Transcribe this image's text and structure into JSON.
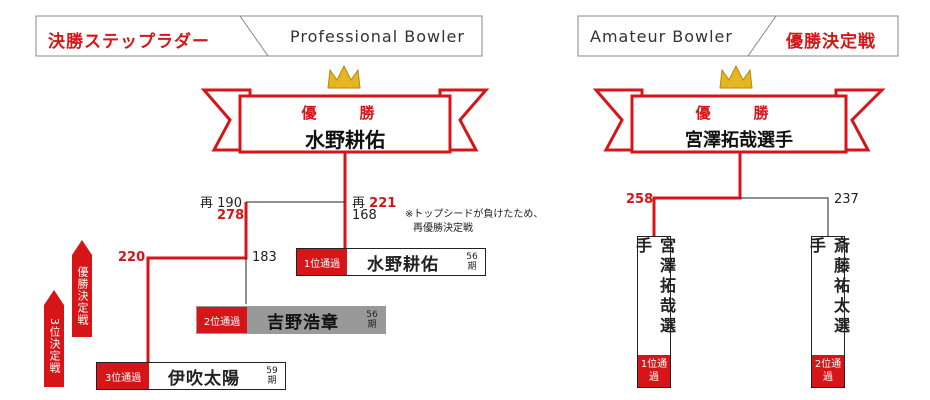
{
  "header_left": {
    "title_jp": "決勝ステップラダー",
    "title_en": "Professional Bowler"
  },
  "header_right": {
    "title_en": "Amateur Bowler",
    "title_jp": "優勝決定戦"
  },
  "pro": {
    "winner": {
      "label": "優　勝",
      "name": "水野耕佑"
    },
    "scores": {
      "final_left_prefix": "再",
      "final_left_1": "190",
      "final_left_2": "278",
      "final_right_prefix": "再",
      "final_right_1": "221",
      "final_right_2": "168",
      "semi_left": "220",
      "semi_right": "183"
    },
    "note": [
      "※トップシードが負けたため、",
      "再優勝決定戦"
    ],
    "players": [
      {
        "seed": "1位通過",
        "name": "水野耕佑",
        "period_num": "56",
        "period_unit": "期"
      },
      {
        "seed": "2位通過",
        "name": "吉野浩章",
        "period_num": "56",
        "period_unit": "期"
      },
      {
        "seed": "3位通過",
        "name": "伊吹太陽",
        "period_num": "59",
        "period_unit": "期"
      }
    ],
    "side_tabs": {
      "tab_a": "優勝決定戦",
      "tab_b": "3位決定戦"
    }
  },
  "amateur": {
    "winner": {
      "label": "優　勝",
      "name": "宮澤拓哉選手"
    },
    "scores": {
      "left": "258",
      "right": "237"
    },
    "players": [
      {
        "name": "宮澤拓哉選手",
        "seed": "1位通過"
      },
      {
        "name": "斎藤祐太選手",
        "seed": "2位通過"
      }
    ]
  },
  "colors": {
    "accent": "#d61518",
    "line": "#222222",
    "gray_box": "#999999"
  },
  "icons": {
    "crown": "crown-icon",
    "ribbon": "ribbon-banner"
  }
}
